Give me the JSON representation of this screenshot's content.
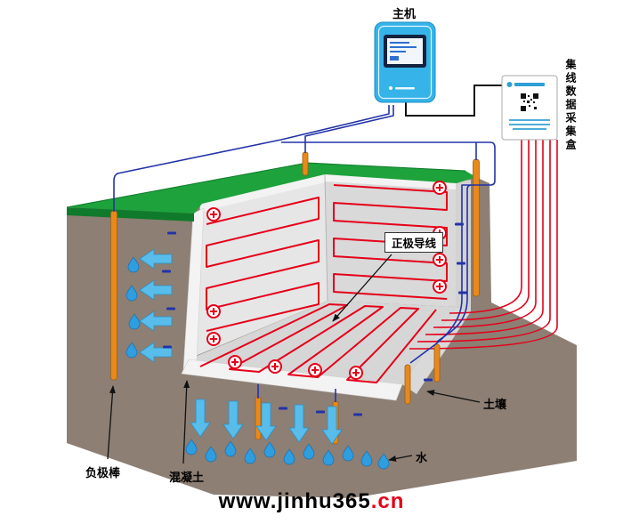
{
  "diagram": {
    "labels": {
      "main_unit": "主机",
      "data_collector_box": "集线数据采集盒",
      "positive_wire": "正极导线",
      "soil": "土壤",
      "negative_rod": "负极棒",
      "concrete": "混凝土",
      "water": "水"
    },
    "website": {
      "prefix": "www.jinhu365",
      "suffix": ".cn"
    },
    "colors": {
      "grass": "#1ea23b",
      "grass_dark": "#0f7a2b",
      "soil": "#8d7f74",
      "wall_gray": "#e6e6e6",
      "wall_gray_dark": "#d9d9d9",
      "floor_gray": "#d6d6d6",
      "concrete_light": "#f3f3f3",
      "concrete_mid": "#d2d2d2",
      "positive_wire": "#e50019",
      "negative_wire": "#2233a8",
      "electrode_rod": "#e8891b",
      "device_body": "#36b3e8",
      "flow_arrow": "#58bdea",
      "water_drop": "#2e9ee0",
      "wire_black": "#111111"
    }
  }
}
